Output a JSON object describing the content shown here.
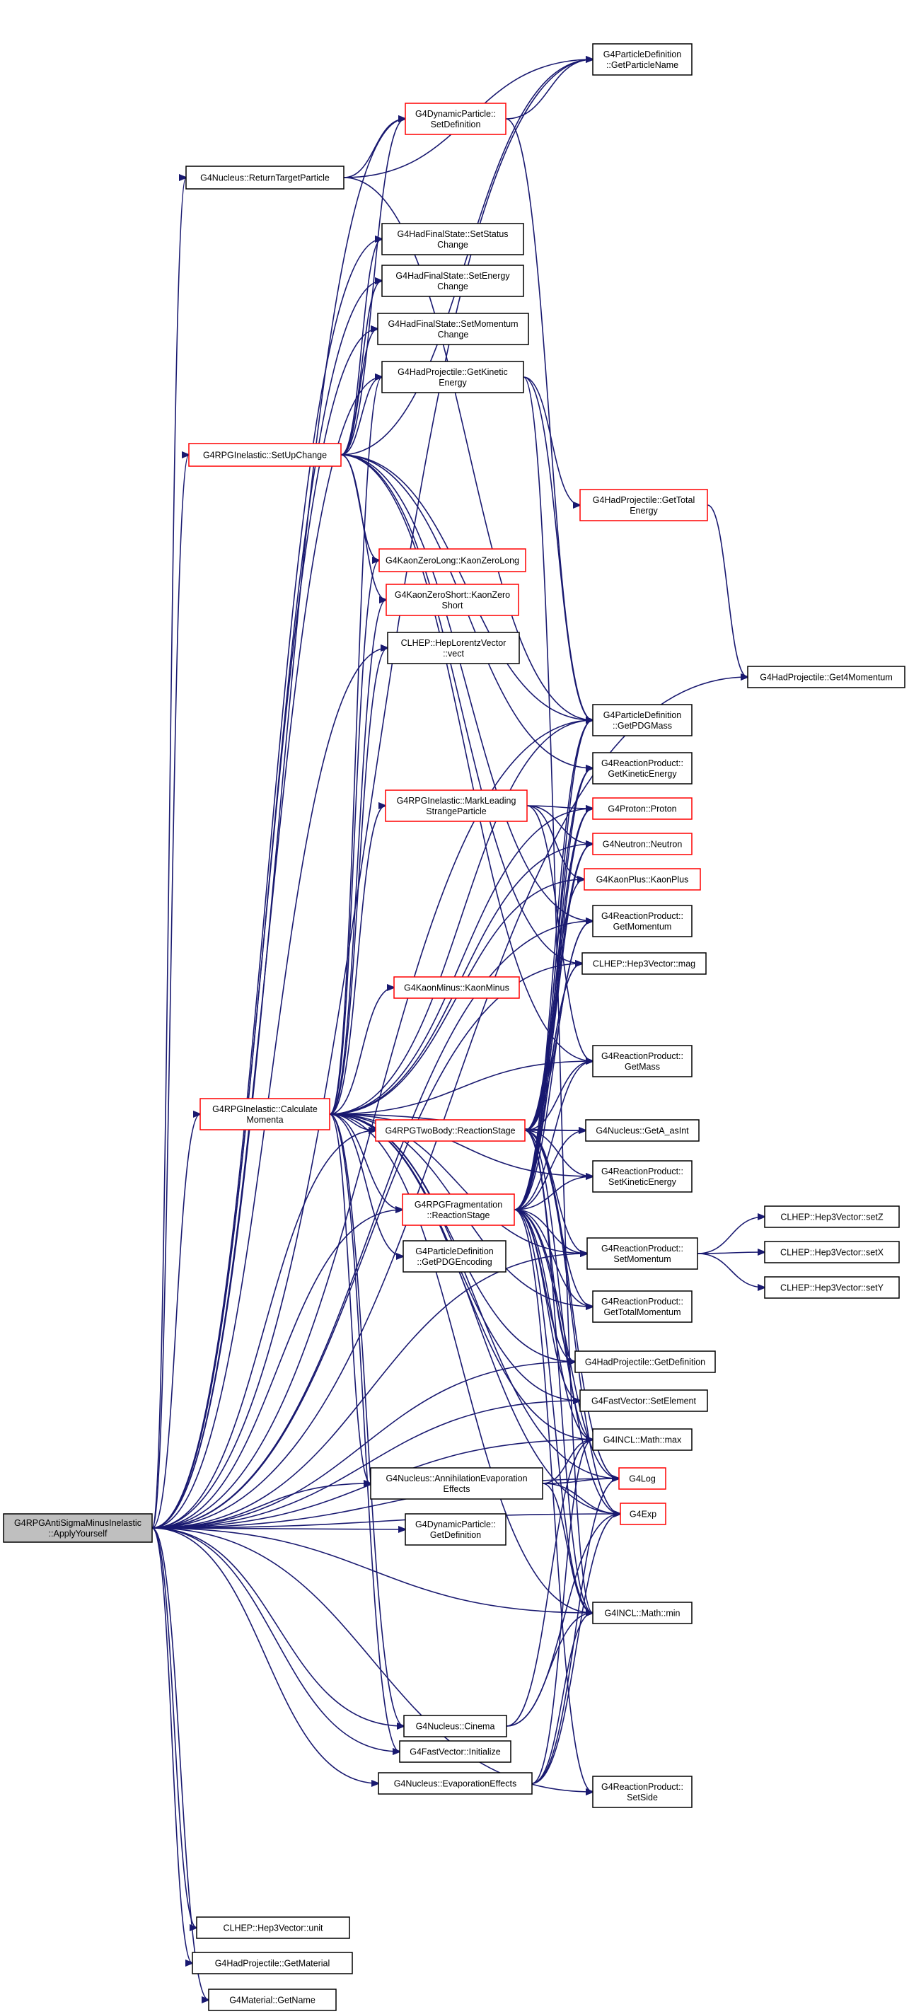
{
  "colors": {
    "edge": "#191970",
    "normal_border": "#000000",
    "truncated_border": "#ff0000",
    "root_fill": "#bfbfbf"
  },
  "nodes": {
    "root": {
      "lines": [
        "G4RPGAntiSigmaMinusInelastic",
        "::ApplyYourself"
      ],
      "style": "root"
    },
    "getParticleName": {
      "lines": [
        "G4ParticleDefinition",
        "::GetParticleName"
      ],
      "style": "normal"
    },
    "dynSetDefinition": {
      "lines": [
        "G4DynamicParticle::",
        "SetDefinition"
      ],
      "style": "red"
    },
    "returnTarget": {
      "lines": [
        "G4Nucleus::ReturnTargetParticle"
      ],
      "style": "normal"
    },
    "setStatus": {
      "lines": [
        "G4HadFinalState::SetStatus",
        "Change"
      ],
      "style": "normal"
    },
    "setEnergy": {
      "lines": [
        "G4HadFinalState::SetEnergy",
        "Change"
      ],
      "style": "normal"
    },
    "setMomentumChange": {
      "lines": [
        "G4HadFinalState::SetMomentum",
        "Change"
      ],
      "style": "normal"
    },
    "getKinetic": {
      "lines": [
        "G4HadProjectile::GetKinetic",
        "Energy"
      ],
      "style": "normal"
    },
    "setUpChange": {
      "lines": [
        "G4RPGInelastic::SetUpChange"
      ],
      "style": "red"
    },
    "getTotalEnergy": {
      "lines": [
        "G4HadProjectile::GetTotal",
        "Energy"
      ],
      "style": "red"
    },
    "kaonZeroLong": {
      "lines": [
        "G4KaonZeroLong::KaonZeroLong"
      ],
      "style": "red"
    },
    "kaonZeroShort": {
      "lines": [
        "G4KaonZeroShort::KaonZero",
        "Short"
      ],
      "style": "red"
    },
    "vect": {
      "lines": [
        "CLHEP::HepLorentzVector",
        "::vect"
      ],
      "style": "normal"
    },
    "get4Momentum": {
      "lines": [
        "G4HadProjectile::Get4Momentum"
      ],
      "style": "normal"
    },
    "getPDGMass": {
      "lines": [
        "G4ParticleDefinition",
        "::GetPDGMass"
      ],
      "style": "normal"
    },
    "rpGetKinetic": {
      "lines": [
        "G4ReactionProduct::",
        "GetKineticEnergy"
      ],
      "style": "normal"
    },
    "markLeading": {
      "lines": [
        "G4RPGInelastic::MarkLeading",
        "StrangeParticle"
      ],
      "style": "red"
    },
    "proton": {
      "lines": [
        "G4Proton::Proton"
      ],
      "style": "red"
    },
    "neutron": {
      "lines": [
        "G4Neutron::Neutron"
      ],
      "style": "red"
    },
    "kaonPlus": {
      "lines": [
        "G4KaonPlus::KaonPlus"
      ],
      "style": "red"
    },
    "rpGetMomentum": {
      "lines": [
        "G4ReactionProduct::",
        "GetMomentum"
      ],
      "style": "normal"
    },
    "mag": {
      "lines": [
        "CLHEP::Hep3Vector::mag"
      ],
      "style": "normal"
    },
    "kaonMinus": {
      "lines": [
        "G4KaonMinus::KaonMinus"
      ],
      "style": "red"
    },
    "rpGetMass": {
      "lines": [
        "G4ReactionProduct::",
        "GetMass"
      ],
      "style": "normal"
    },
    "calculateMomenta": {
      "lines": [
        "G4RPGInelastic::Calculate",
        "Momenta"
      ],
      "style": "red"
    },
    "twoBody": {
      "lines": [
        "G4RPGTwoBody::ReactionStage"
      ],
      "style": "red"
    },
    "getAasInt": {
      "lines": [
        "G4Nucleus::GetA_asInt"
      ],
      "style": "normal"
    },
    "rpSetKinetic": {
      "lines": [
        "G4ReactionProduct::",
        "SetKineticEnergy"
      ],
      "style": "normal"
    },
    "fragmentation": {
      "lines": [
        "G4RPGFragmentation",
        "::ReactionStage"
      ],
      "style": "red"
    },
    "setZ": {
      "lines": [
        "CLHEP::Hep3Vector::setZ"
      ],
      "style": "normal"
    },
    "rpSetMomentum": {
      "lines": [
        "G4ReactionProduct::",
        "SetMomentum"
      ],
      "style": "normal"
    },
    "setX": {
      "lines": [
        "CLHEP::Hep3Vector::setX"
      ],
      "style": "normal"
    },
    "getPDGEncoding": {
      "lines": [
        "G4ParticleDefinition",
        "::GetPDGEncoding"
      ],
      "style": "normal"
    },
    "setY": {
      "lines": [
        "CLHEP::Hep3Vector::setY"
      ],
      "style": "normal"
    },
    "rpGetTotalMomentum": {
      "lines": [
        "G4ReactionProduct::",
        "GetTotalMomentum"
      ],
      "style": "normal"
    },
    "hpGetDefinition": {
      "lines": [
        "G4HadProjectile::GetDefinition"
      ],
      "style": "normal"
    },
    "setElement": {
      "lines": [
        "G4FastVector::SetElement"
      ],
      "style": "normal"
    },
    "max": {
      "lines": [
        "G4INCL::Math::max"
      ],
      "style": "normal"
    },
    "annihilation": {
      "lines": [
        "G4Nucleus::AnnihilationEvaporation",
        "Effects"
      ],
      "style": "normal"
    },
    "log": {
      "lines": [
        "G4Log"
      ],
      "style": "red"
    },
    "exp": {
      "lines": [
        "G4Exp"
      ],
      "style": "red"
    },
    "dynGetDefinition": {
      "lines": [
        "G4DynamicParticle::",
        "GetDefinition"
      ],
      "style": "normal"
    },
    "min": {
      "lines": [
        "G4INCL::Math::min"
      ],
      "style": "normal"
    },
    "cinema": {
      "lines": [
        "G4Nucleus::Cinema"
      ],
      "style": "normal"
    },
    "initialize": {
      "lines": [
        "G4FastVector::Initialize"
      ],
      "style": "normal"
    },
    "evaporation": {
      "lines": [
        "G4Nucleus::EvaporationEffects"
      ],
      "style": "normal"
    },
    "rpSetSide": {
      "lines": [
        "G4ReactionProduct::",
        "SetSide"
      ],
      "style": "normal"
    },
    "unit": {
      "lines": [
        "CLHEP::Hep3Vector::unit"
      ],
      "style": "normal"
    },
    "getMaterial": {
      "lines": [
        "G4HadProjectile::GetMaterial"
      ],
      "style": "normal"
    },
    "getName": {
      "lines": [
        "G4Material::GetName"
      ],
      "style": "normal"
    }
  },
  "edges": [
    [
      "root",
      "getParticleName"
    ],
    [
      "root",
      "dynSetDefinition"
    ],
    [
      "root",
      "returnTarget"
    ],
    [
      "root",
      "setStatus"
    ],
    [
      "root",
      "setEnergy"
    ],
    [
      "root",
      "setMomentumChange"
    ],
    [
      "root",
      "getKinetic"
    ],
    [
      "root",
      "setUpChange"
    ],
    [
      "root",
      "vect"
    ],
    [
      "root",
      "get4Momentum"
    ],
    [
      "root",
      "getPDGMass"
    ],
    [
      "root",
      "rpGetMomentum"
    ],
    [
      "root",
      "mag"
    ],
    [
      "root",
      "calculateMomenta"
    ],
    [
      "root",
      "twoBody"
    ],
    [
      "root",
      "fragmentation"
    ],
    [
      "root",
      "rpSetMomentum"
    ],
    [
      "root",
      "setElement"
    ],
    [
      "root",
      "max"
    ],
    [
      "root",
      "annihilation"
    ],
    [
      "root",
      "log"
    ],
    [
      "root",
      "exp"
    ],
    [
      "root",
      "dynGetDefinition"
    ],
    [
      "root",
      "min"
    ],
    [
      "root",
      "cinema"
    ],
    [
      "root",
      "initialize"
    ],
    [
      "root",
      "evaporation"
    ],
    [
      "root",
      "rpSetSide"
    ],
    [
      "root",
      "unit"
    ],
    [
      "root",
      "getMaterial"
    ],
    [
      "root",
      "getName"
    ],
    [
      "root",
      "hpGetDefinition"
    ],
    [
      "dynSetDefinition",
      "getParticleName"
    ],
    [
      "dynSetDefinition",
      "getPDGMass"
    ],
    [
      "returnTarget",
      "dynSetDefinition"
    ],
    [
      "returnTarget",
      "getPDGMass"
    ],
    [
      "returnTarget",
      "getParticleName"
    ],
    [
      "getKinetic",
      "getTotalEnergy"
    ],
    [
      "getKinetic",
      "getPDGMass"
    ],
    [
      "getKinetic",
      "min"
    ],
    [
      "getTotalEnergy",
      "get4Momentum"
    ],
    [
      "setUpChange",
      "dynSetDefinition"
    ],
    [
      "setUpChange",
      "setStatus"
    ],
    [
      "setUpChange",
      "setEnergy"
    ],
    [
      "setUpChange",
      "setMomentumChange"
    ],
    [
      "setUpChange",
      "getKinetic"
    ],
    [
      "setUpChange",
      "kaonZeroLong"
    ],
    [
      "setUpChange",
      "kaonZeroShort"
    ],
    [
      "setUpChange",
      "getPDGMass"
    ],
    [
      "setUpChange",
      "rpGetKinetic"
    ],
    [
      "setUpChange",
      "rpGetMomentum"
    ],
    [
      "setUpChange",
      "rpGetMass"
    ],
    [
      "setUpChange",
      "mag"
    ],
    [
      "setUpChange",
      "getParticleName"
    ],
    [
      "calculateMomenta",
      "getKinetic"
    ],
    [
      "calculateMomenta",
      "vect"
    ],
    [
      "calculateMomenta",
      "kaonZeroLong"
    ],
    [
      "calculateMomenta",
      "kaonZeroShort"
    ],
    [
      "calculateMomenta",
      "markLeading"
    ],
    [
      "calculateMomenta",
      "kaonMinus"
    ],
    [
      "calculateMomenta",
      "getPDGMass"
    ],
    [
      "calculateMomenta",
      "proton"
    ],
    [
      "calculateMomenta",
      "neutron"
    ],
    [
      "calculateMomenta",
      "kaonPlus"
    ],
    [
      "calculateMomenta",
      "rpGetMass"
    ],
    [
      "calculateMomenta",
      "twoBody"
    ],
    [
      "calculateMomenta",
      "fragmentation"
    ],
    [
      "calculateMomenta",
      "getAasInt"
    ],
    [
      "calculateMomenta",
      "rpSetKinetic"
    ],
    [
      "calculateMomenta",
      "getPDGEncoding"
    ],
    [
      "calculateMomenta",
      "rpSetMomentum"
    ],
    [
      "calculateMomenta",
      "rpGetTotalMomentum"
    ],
    [
      "calculateMomenta",
      "hpGetDefinition"
    ],
    [
      "calculateMomenta",
      "setElement"
    ],
    [
      "calculateMomenta",
      "max"
    ],
    [
      "calculateMomenta",
      "log"
    ],
    [
      "calculateMomenta",
      "exp"
    ],
    [
      "calculateMomenta",
      "annihilation"
    ],
    [
      "calculateMomenta",
      "cinema"
    ],
    [
      "calculateMomenta",
      "initialize"
    ],
    [
      "calculateMomenta",
      "min"
    ],
    [
      "markLeading",
      "proton"
    ],
    [
      "markLeading",
      "neutron"
    ],
    [
      "markLeading",
      "kaonPlus"
    ],
    [
      "markLeading",
      "rpGetMass"
    ],
    [
      "twoBody",
      "rpGetMass"
    ],
    [
      "twoBody",
      "getAasInt"
    ],
    [
      "twoBody",
      "rpSetKinetic"
    ],
    [
      "twoBody",
      "rpSetMomentum"
    ],
    [
      "twoBody",
      "rpGetTotalMomentum"
    ],
    [
      "twoBody",
      "hpGetDefinition"
    ],
    [
      "twoBody",
      "max"
    ],
    [
      "twoBody",
      "log"
    ],
    [
      "twoBody",
      "exp"
    ],
    [
      "twoBody",
      "min"
    ],
    [
      "twoBody",
      "mag"
    ],
    [
      "twoBody",
      "rpGetMomentum"
    ],
    [
      "twoBody",
      "proton"
    ],
    [
      "twoBody",
      "neutron"
    ],
    [
      "twoBody",
      "getPDGMass"
    ],
    [
      "twoBody",
      "rpGetKinetic"
    ],
    [
      "fragmentation",
      "rpGetMass"
    ],
    [
      "fragmentation",
      "getAasInt"
    ],
    [
      "fragmentation",
      "rpSetKinetic"
    ],
    [
      "fragmentation",
      "rpSetMomentum"
    ],
    [
      "fragmentation",
      "rpGetTotalMomentum"
    ],
    [
      "fragmentation",
      "hpGetDefinition"
    ],
    [
      "fragmentation",
      "setElement"
    ],
    [
      "fragmentation",
      "max"
    ],
    [
      "fragmentation",
      "log"
    ],
    [
      "fragmentation",
      "exp"
    ],
    [
      "fragmentation",
      "min"
    ],
    [
      "fragmentation",
      "mag"
    ],
    [
      "fragmentation",
      "rpGetMomentum"
    ],
    [
      "fragmentation",
      "proton"
    ],
    [
      "fragmentation",
      "neutron"
    ],
    [
      "fragmentation",
      "kaonPlus"
    ],
    [
      "fragmentation",
      "getPDGMass"
    ],
    [
      "fragmentation",
      "rpGetKinetic"
    ],
    [
      "fragmentation",
      "rpSetSide"
    ],
    [
      "rpSetMomentum",
      "setZ"
    ],
    [
      "rpSetMomentum",
      "setX"
    ],
    [
      "rpSetMomentum",
      "setY"
    ],
    [
      "annihilation",
      "max"
    ],
    [
      "annihilation",
      "log"
    ],
    [
      "annihilation",
      "exp"
    ],
    [
      "annihilation",
      "min"
    ],
    [
      "cinema",
      "max"
    ],
    [
      "cinema",
      "exp"
    ],
    [
      "cinema",
      "min"
    ],
    [
      "evaporation",
      "max"
    ],
    [
      "evaporation",
      "log"
    ],
    [
      "evaporation",
      "exp"
    ],
    [
      "evaporation",
      "min"
    ]
  ]
}
